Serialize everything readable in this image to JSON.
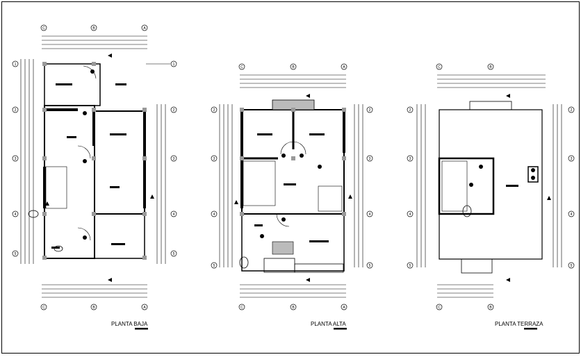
{
  "plans": [
    {
      "title": "PLANTA BAJA",
      "columns": [
        "C",
        "B",
        "A"
      ],
      "rows": [
        "1",
        "2",
        "3",
        "4",
        "5"
      ]
    },
    {
      "title": "PLANTA ALTA",
      "columns": [
        "C",
        "B",
        "A"
      ],
      "rows": [
        "2",
        "3",
        "4",
        "5"
      ]
    },
    {
      "title": "PLANTA TERRAZA",
      "columns": [
        "C",
        "B"
      ],
      "rows": [
        "2",
        "3",
        "4",
        "5"
      ]
    }
  ],
  "colors": {
    "line": "#000000",
    "column": "#999999",
    "background": "#ffffff"
  }
}
